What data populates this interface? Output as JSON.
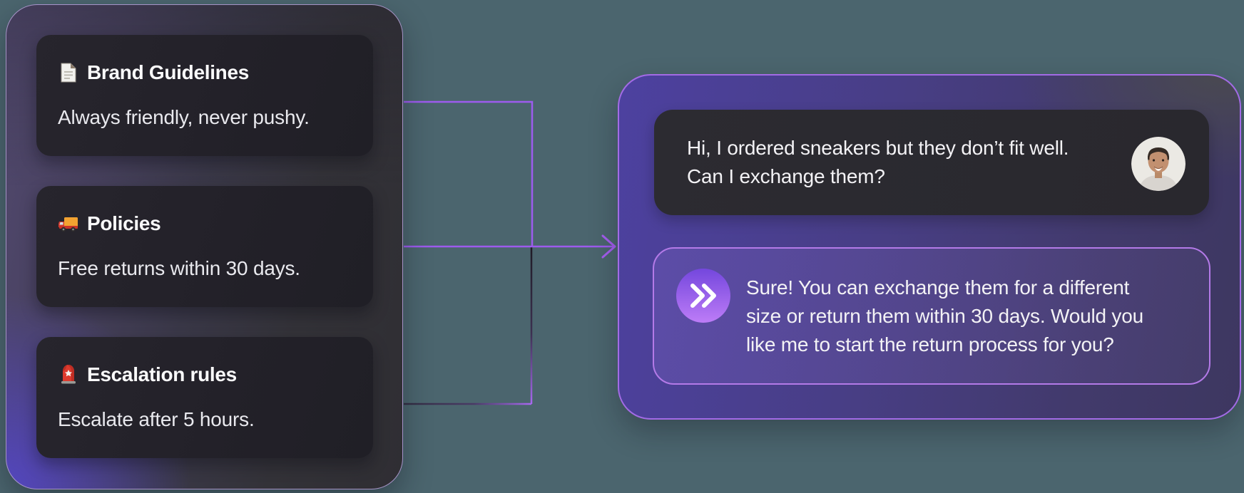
{
  "diagram": {
    "description": "knowledge-sources-to-chat flow illustration"
  },
  "kb_panel": {
    "cards": [
      {
        "icon": "document-icon",
        "title": "Brand Guidelines",
        "body": "Always friendly, never pushy."
      },
      {
        "icon": "truck-icon",
        "title": "Policies",
        "body": "Free returns within 30 days."
      },
      {
        "icon": "siren-icon",
        "title": "Escalation rules",
        "body": "Escalate after 5 hours."
      }
    ]
  },
  "chat_panel": {
    "customer_message": {
      "lines": [
        "Hi, I ordered sneakers but they don’t fit well.",
        "Can I exchange them?"
      ]
    },
    "assistant_message": {
      "lines": [
        "Sure! You can exchange them for a different",
        "size or return them within 30 days. Would you",
        "like me to start the return process for you?"
      ]
    }
  },
  "colors": {
    "page_bg": "#4b656e",
    "kb_panel_border": "#ac98cc",
    "chat_panel_border": "#a36be6",
    "assistant_bubble_border": "#b47ae8",
    "connector_purple": "#9d5bee",
    "card_bg": "#232129",
    "customer_bubble_bg": "#2b2a30",
    "badge_gradient_top": "#7447dd",
    "badge_gradient_bottom": "#bd7cf7"
  }
}
